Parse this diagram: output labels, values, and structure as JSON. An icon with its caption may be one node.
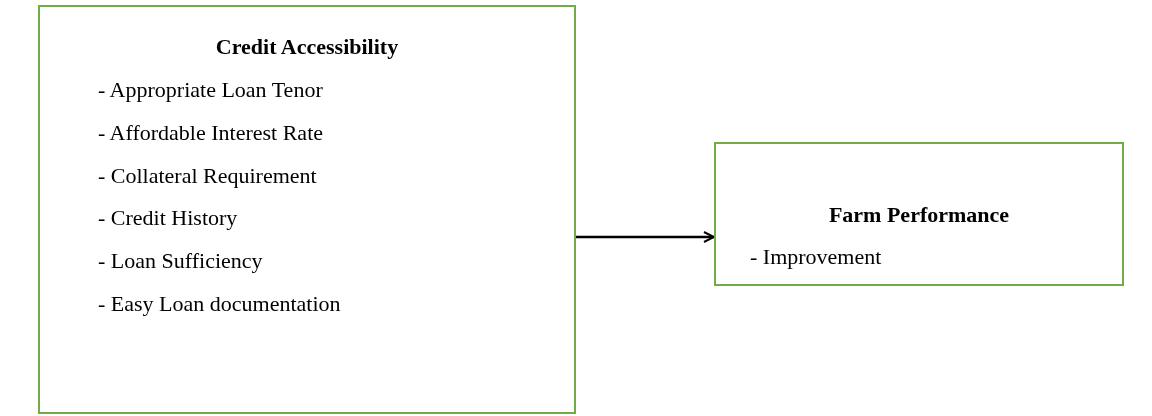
{
  "diagram": {
    "nodes": [
      {
        "text": [
          "Credit Accessibility",
          "- Appropriate Loan Tenor",
          "- Affordable Interest Rate",
          "- Collateral Requirement",
          "- Credit History",
          "- Loan Sufficiency",
          "- Easy Loan documentation"
        ]
      },
      {
        "text": [
          "Farm Performance",
          "- Improvement"
        ]
      }
    ],
    "edges": [
      {
        "from": 0,
        "to": 1,
        "arrow": "to"
      }
    ]
  }
}
